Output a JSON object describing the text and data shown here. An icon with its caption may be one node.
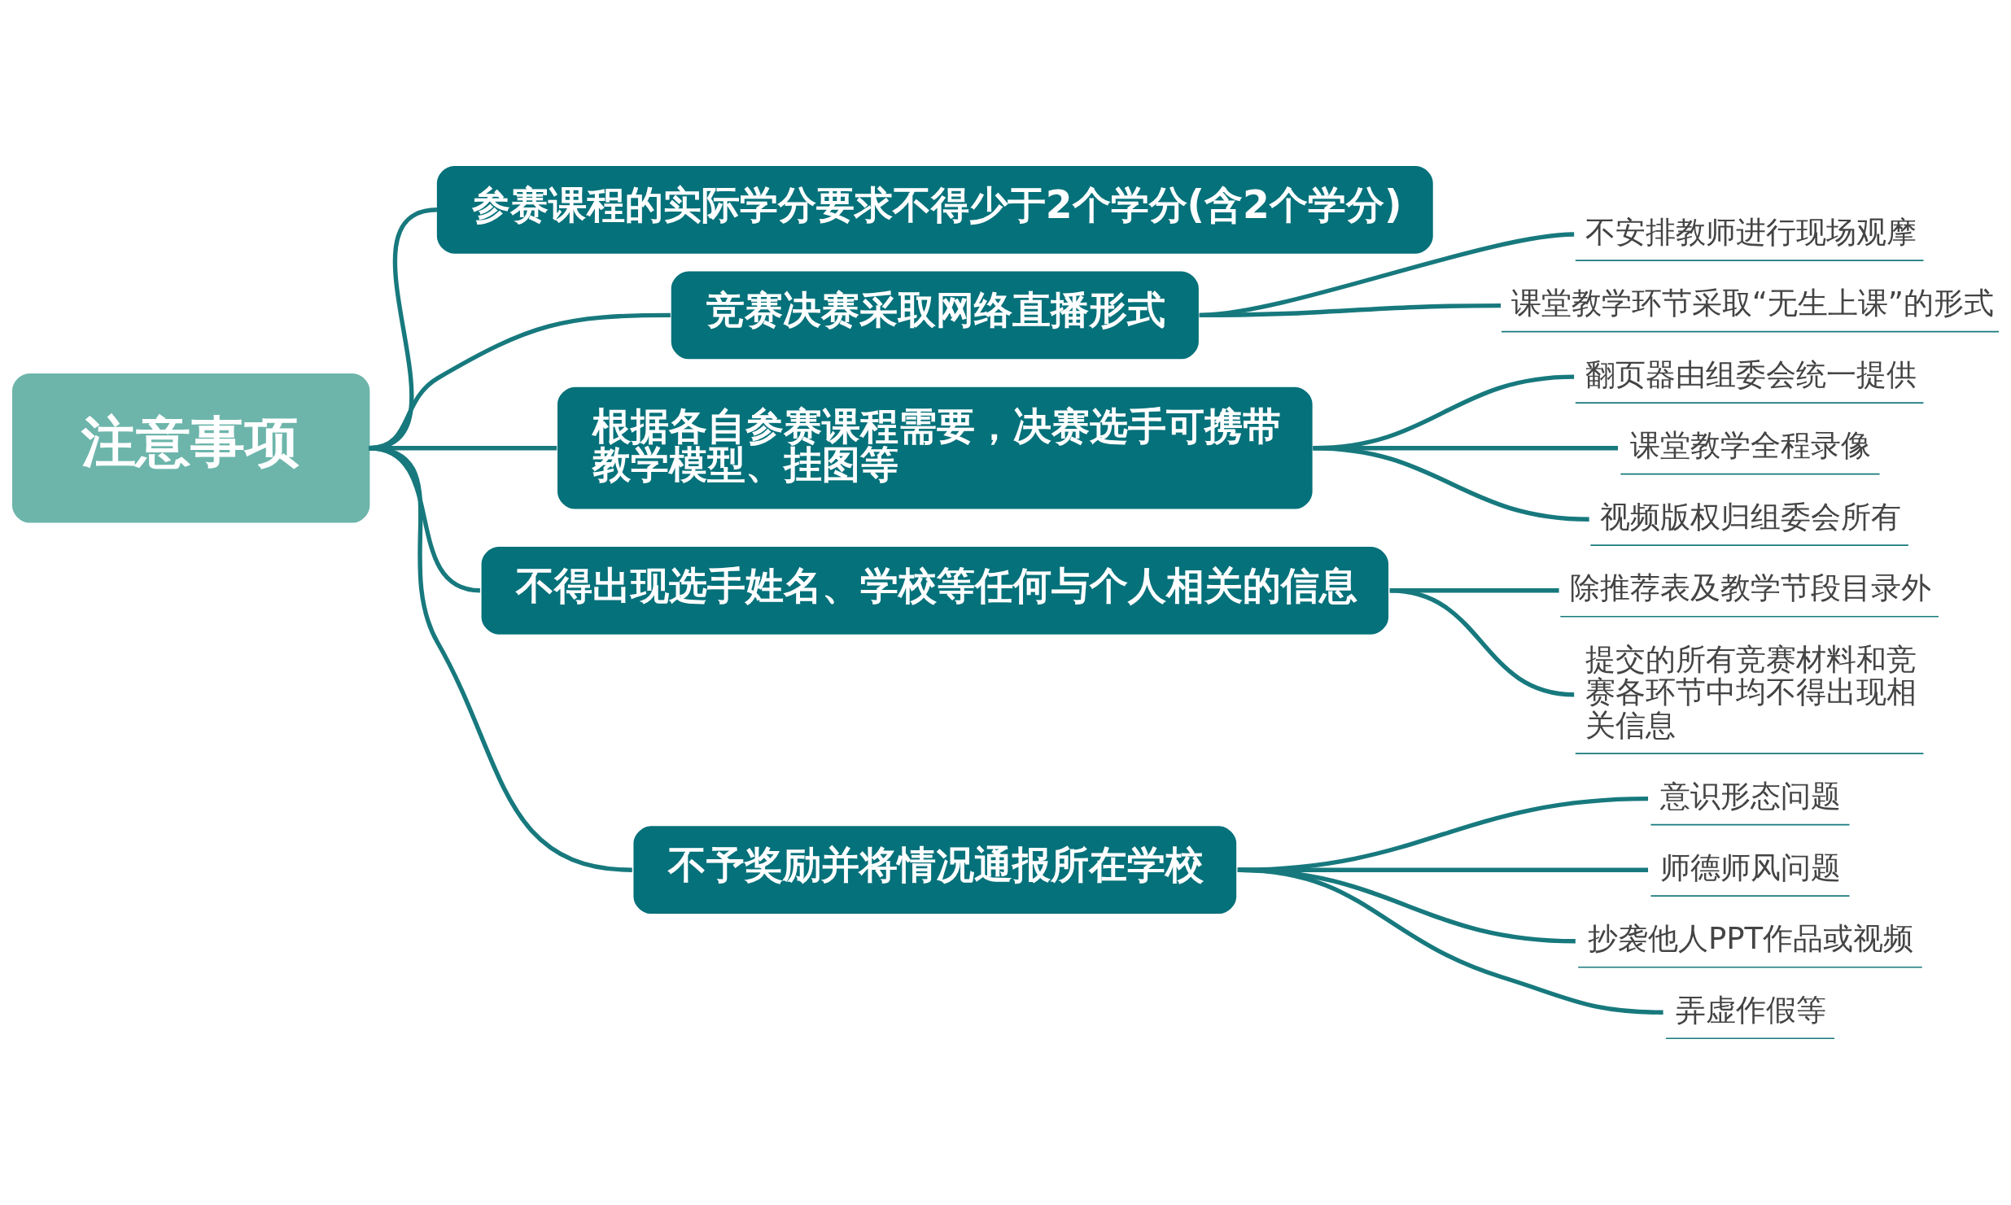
{
  "diagram": {
    "nodes": [
      {
        "text": [
          "注意事项"
        ]
      },
      {
        "text": [
          "参赛课程的实际学分要求不得少于2个学分(含2个学分)"
        ]
      },
      {
        "text": [
          "竞赛决赛采取网络直播形式"
        ]
      },
      {
        "text": [
          "不安排教师进行现场观摩"
        ]
      },
      {
        "text": [
          "课堂教学环节采取“无生上课”的形式"
        ]
      },
      {
        "text": [
          "根据各自参赛课程需要，决赛选手可携带教学模型、挂图等"
        ]
      },
      {
        "text": [
          "翻页器由组委会统一提供"
        ]
      },
      {
        "text": [
          "课堂教学全程录像"
        ]
      },
      {
        "text": [
          "视频版权归组委会所有"
        ]
      },
      {
        "text": [
          "不得出现选手姓名、学校等任何与个人相关的信息"
        ]
      },
      {
        "text": [
          "除推荐表及教学节段目录外"
        ]
      },
      {
        "text": [
          "提交的所有竞赛材料和竞赛各环节中均不得出现相关信息"
        ]
      },
      {
        "text": [
          "不予奖励并将情况通报所在学校"
        ]
      },
      {
        "text": [
          "意识形态问题"
        ]
      },
      {
        "text": [
          "师德师风问题"
        ]
      },
      {
        "text": [
          "抄袭他人PPT作品或视频"
        ]
      },
      {
        "text": [
          "弄虚作假等"
        ]
      }
    ],
    "edges": [
      {
        "from": 0,
        "to": 1,
        "arrow": "none"
      },
      {
        "from": 0,
        "to": 2,
        "arrow": "none"
      },
      {
        "from": 0,
        "to": 5,
        "arrow": "none"
      },
      {
        "from": 0,
        "to": 9,
        "arrow": "none"
      },
      {
        "from": 0,
        "to": 12,
        "arrow": "none"
      },
      {
        "from": 2,
        "to": 3,
        "arrow": "none"
      },
      {
        "from": 2,
        "to": 4,
        "arrow": "none"
      },
      {
        "from": 5,
        "to": 6,
        "arrow": "none"
      },
      {
        "from": 5,
        "to": 7,
        "arrow": "none"
      },
      {
        "from": 5,
        "to": 8,
        "arrow": "none"
      },
      {
        "from": 9,
        "to": 10,
        "arrow": "none"
      },
      {
        "from": 9,
        "to": 11,
        "arrow": "none"
      },
      {
        "from": 12,
        "to": 13,
        "arrow": "none"
      },
      {
        "from": 12,
        "to": 14,
        "arrow": "none"
      },
      {
        "from": 12,
        "to": 15,
        "arrow": "none"
      },
      {
        "from": 12,
        "to": 16,
        "arrow": "none"
      }
    ]
  }
}
